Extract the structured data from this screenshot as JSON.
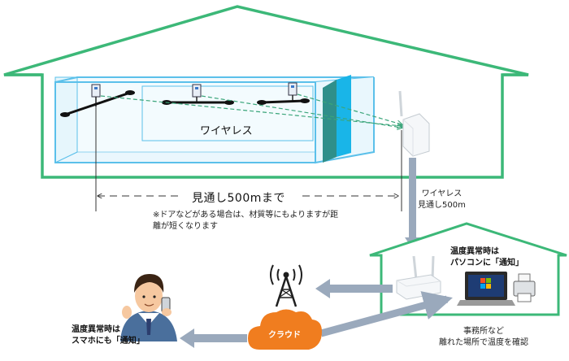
{
  "labels": {
    "wireless_room": "ワイヤレス",
    "distance": "見通し500mまで",
    "note": "※ドアなどがある場合は、材質等にもよりますが距離が短くなります",
    "wireless_right_1": "ワイヤレス",
    "wireless_right_2": "見通し500m",
    "pc_alert_1": "温度異常時は",
    "pc_alert_2": "パソコンに「通知」",
    "phone_alert_1": "温度異常時は",
    "phone_alert_2": "スマホにも「通知」",
    "cloud": "クラウド",
    "office_1": "事務所など",
    "office_2": "離れた場所で温度を確認"
  },
  "colors": {
    "house_outline": "#3cb878",
    "room_edge": "#5bc0ea",
    "room_fill": "#ffffff",
    "door_dark": "#2f8f8a",
    "door_blue": "#19b5e8",
    "dashed_link": "#3aa57a",
    "connector_arrow": "#9aa9bc",
    "cloud": "#f07d1f",
    "tower": "#222222",
    "skin": "#f6c8a0",
    "suit": "#4a6f9c"
  },
  "icons": [
    "sensor-icon",
    "router-icon",
    "cloud-icon",
    "antenna-tower-icon",
    "laptop-icon",
    "printer-icon",
    "person-with-phone-icon"
  ]
}
